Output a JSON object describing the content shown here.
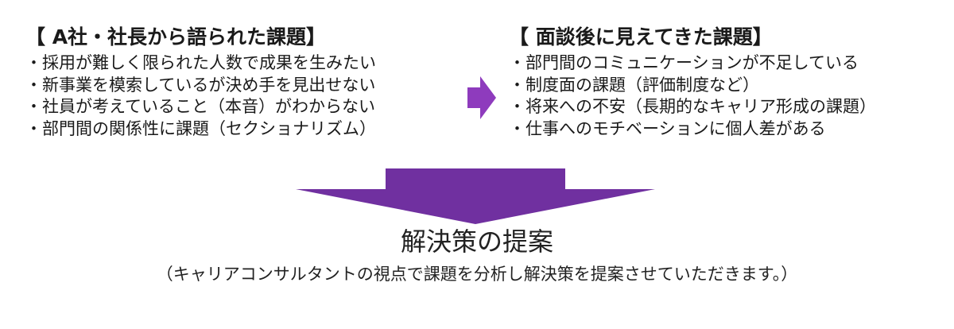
{
  "left_panel": {
    "title": "【 A社・社長から語られた課題】",
    "items": [
      "・採用が難しく限られた人数で成果を生みたい",
      "・新事業を模索しているが決め手を見出せない",
      "・社員が考えていること（本音）がわからない",
      "・部門間の関係性に課題（セクショナリズム）"
    ]
  },
  "right_panel": {
    "title": "【 面談後に見えてきた課題】",
    "items": [
      "・部門間のコミュニケーションが不足している",
      "・制度面の課題（評価制度など）",
      "・将来への不安（長期的なキャリア形成の課題）",
      "・仕事へのモチベーションに個人差がある"
    ]
  },
  "conclusion": {
    "title": "解決策の提案",
    "note": "（キャリアコンサルタントの視点で課題を分析し解決策を提案させていただきます。）"
  },
  "colors": {
    "arrow_small": "#8e3bbd",
    "arrow_big": "#7030a0",
    "text": "#1a1a1a"
  }
}
